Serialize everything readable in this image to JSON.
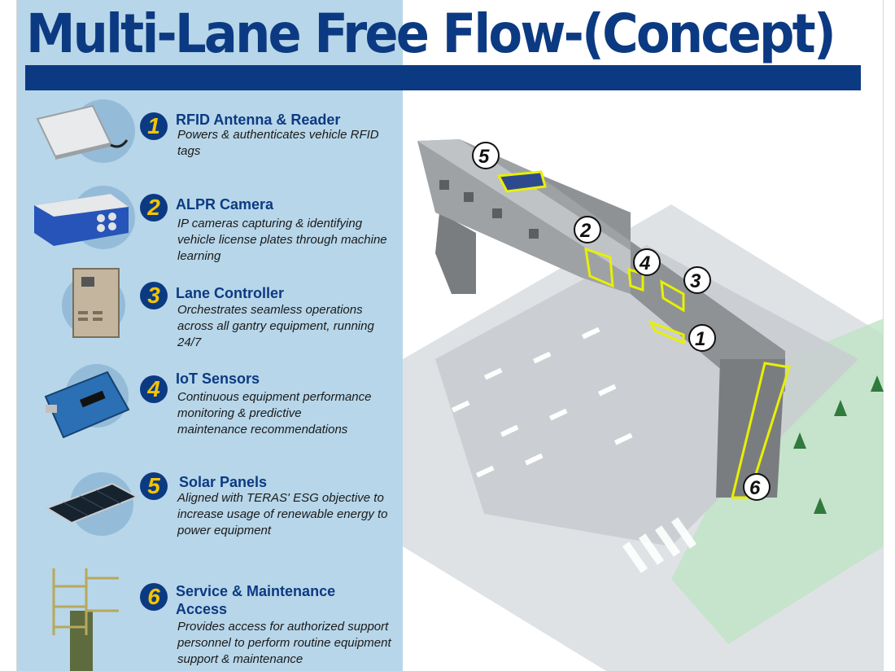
{
  "title": "Multi-Lane Free Flow-(Concept)",
  "colors": {
    "navy": "#0c3a82",
    "yellow": "#f5c400",
    "panel": "#b7d6e9",
    "highlight": "#e8f000"
  },
  "items": [
    {
      "number": "1",
      "title": "RFID Antenna & Reader",
      "description": "Powers & authenticates vehicle RFID tags",
      "icon": "rfid-antenna-image"
    },
    {
      "number": "2",
      "title": "ALPR Camera",
      "description": "IP cameras capturing & identifying vehicle license plates through machine learning",
      "icon": "alpr-camera-image"
    },
    {
      "number": "3",
      "title": "Lane Controller",
      "description": "Orchestrates seamless operations across all gantry equipment, running 24/7",
      "icon": "lane-controller-cabinet-image"
    },
    {
      "number": "4",
      "title": "IoT Sensors",
      "description": "Continuous equipment performance monitoring & predictive maintenance recommendations",
      "icon": "iot-circuit-board-image"
    },
    {
      "number": "5",
      "title": "Solar Panels",
      "description": "Aligned with TERAS' ESG objective to increase usage of renewable energy to power equipment",
      "icon": "solar-panel-image"
    },
    {
      "number": "6",
      "title": "Service & Maintenance Access",
      "description": "Provides access for authorized support personnel to perform routine equipment support & maintenance",
      "icon": "maintenance-ladder-image"
    }
  ],
  "callouts": [
    "5",
    "2",
    "4",
    "3",
    "1",
    "6"
  ]
}
